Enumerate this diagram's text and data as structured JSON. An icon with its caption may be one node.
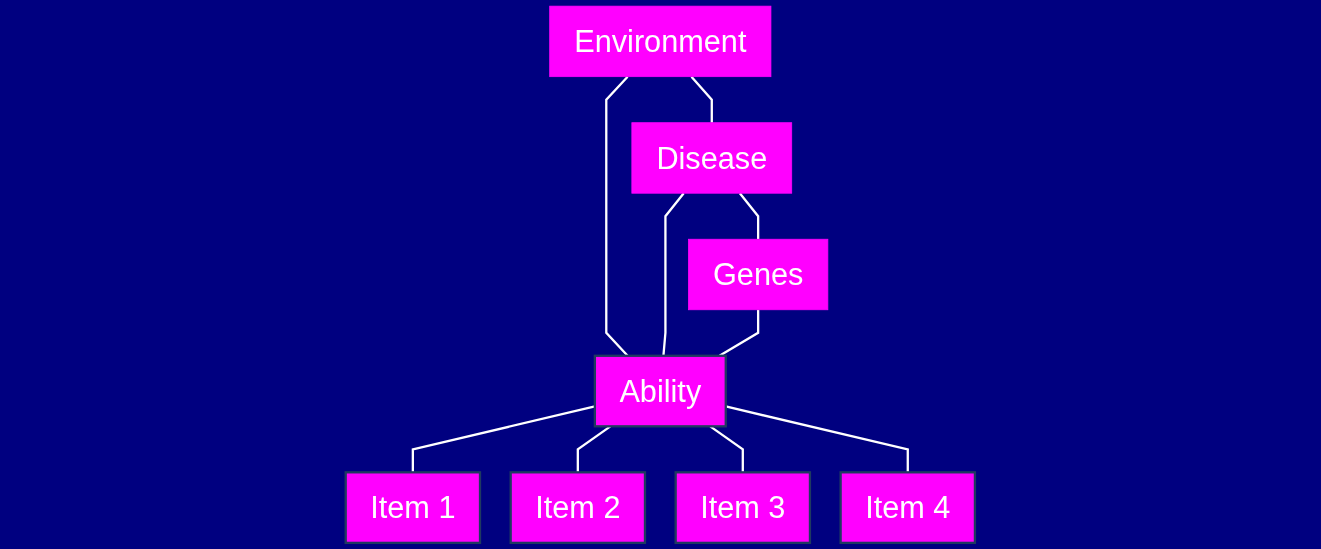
{
  "diagram": {
    "nodes": [
      {
        "text": [
          "Environment"
        ]
      },
      {
        "text": [
          "Disease"
        ]
      },
      {
        "text": [
          "Genes"
        ]
      },
      {
        "text": [
          "Ability"
        ]
      },
      {
        "text": [
          "Item 1"
        ]
      },
      {
        "text": [
          "Item 2"
        ]
      },
      {
        "text": [
          "Item 3"
        ]
      },
      {
        "text": [
          "Item 4"
        ]
      }
    ],
    "edges": [
      {
        "from": 0,
        "to": 1,
        "arrow": "none"
      },
      {
        "from": 1,
        "to": 2,
        "arrow": "none"
      },
      {
        "from": 0,
        "to": 3,
        "arrow": "none"
      },
      {
        "from": 1,
        "to": 3,
        "arrow": "none"
      },
      {
        "from": 2,
        "to": 3,
        "arrow": "none"
      },
      {
        "from": 3,
        "to": 4,
        "arrow": "none"
      },
      {
        "from": 3,
        "to": 5,
        "arrow": "none"
      },
      {
        "from": 3,
        "to": 6,
        "arrow": "none"
      },
      {
        "from": 3,
        "to": 7,
        "arrow": "none"
      }
    ]
  }
}
